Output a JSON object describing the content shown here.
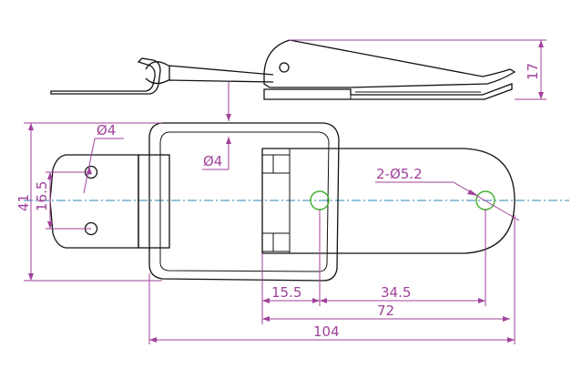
{
  "colors": {
    "outline": "#111111",
    "dimension": "#a0429a",
    "centerline": "#2a86b8",
    "hole_marker": "#3fae2a",
    "background": "#ffffff"
  },
  "dimensions": {
    "height_side": "17",
    "overall_height": "41",
    "hole_spacing": "16.5",
    "mount_hole_dia": "Ø4",
    "hinge_hole_dia": "Ø4",
    "slot_holes": "2-Ø5.2",
    "offset_a": "15.5",
    "offset_b": "34.5",
    "length_72": "72",
    "overall_length": "104"
  }
}
